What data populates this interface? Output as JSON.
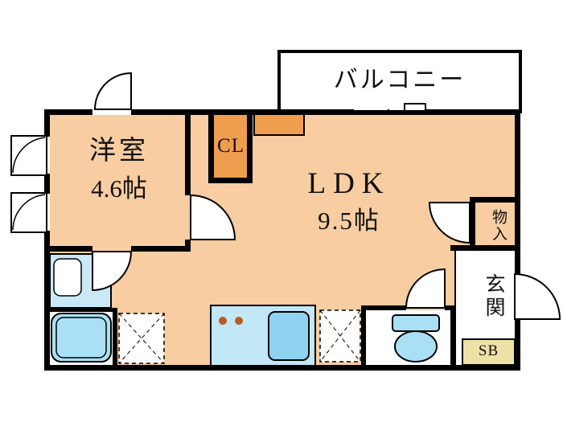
{
  "plan": {
    "balcony": {
      "label": "バルコニー"
    },
    "western_room": {
      "label": "洋室",
      "size": "4.6帖"
    },
    "closet": {
      "label": "CL"
    },
    "ldk": {
      "label": "LDK",
      "size": "9.5帖"
    },
    "storage": {
      "label": "物入"
    },
    "entrance": {
      "label": "玄関"
    },
    "shoe_box": {
      "label": "SB"
    }
  },
  "colors": {
    "floor": "#F8CDA2",
    "closet_orange": "#EF9D4F",
    "shoe_box_tan": "#EDE1A6",
    "fixture_blue": "#A9E0F5",
    "counter_blue": "#C2E7F7",
    "vanity_blue": "#C9E9F7",
    "sink_blue": "#8FD3F0",
    "burner_brown": "#BC5A1E",
    "wall_black": "#000000"
  }
}
